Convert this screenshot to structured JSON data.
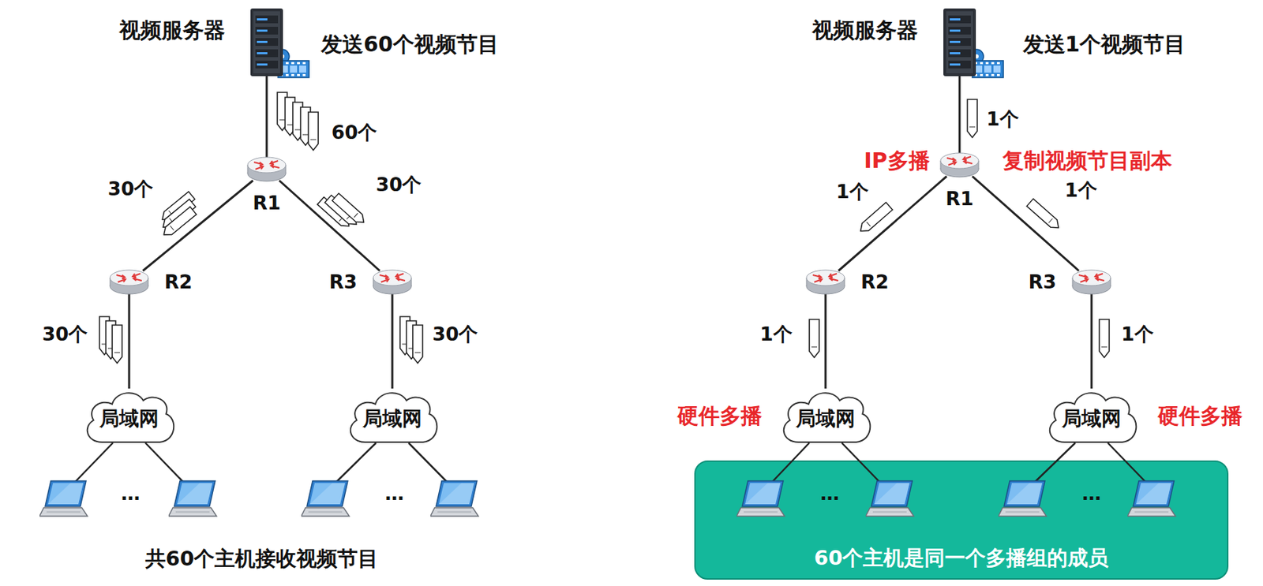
{
  "diagram": {
    "nodes": [
      {
        "text": [
          "视频服务器"
        ]
      },
      {
        "text": [
          "R1"
        ]
      },
      {
        "text": [
          "R2"
        ]
      },
      {
        "text": [
          "R3"
        ]
      },
      {
        "text": [
          "局域网"
        ]
      },
      {
        "text": [
          "局域网"
        ]
      },
      {
        "text": [
          "视频服务器"
        ]
      },
      {
        "text": [
          "R1"
        ]
      },
      {
        "text": [
          "R2"
        ]
      },
      {
        "text": [
          "R3"
        ]
      },
      {
        "text": [
          "局域网"
        ]
      },
      {
        "text": [
          "局域网"
        ]
      },
      {
        "text": [
          "60个主机是同一个多播组的成员"
        ]
      }
    ],
    "edges": [
      {
        "from": 0,
        "to": 1,
        "arrow": "none"
      },
      {
        "from": 1,
        "to": 2,
        "arrow": "none"
      },
      {
        "from": 1,
        "to": 3,
        "arrow": "none"
      },
      {
        "from": 2,
        "to": 4,
        "arrow": "none"
      },
      {
        "from": 3,
        "to": 5,
        "arrow": "none"
      },
      {
        "from": 6,
        "to": 7,
        "arrow": "none"
      },
      {
        "from": 7,
        "to": 8,
        "arrow": "none"
      },
      {
        "from": 7,
        "to": 9,
        "arrow": "none"
      },
      {
        "from": 8,
        "to": 10,
        "arrow": "none"
      },
      {
        "from": 9,
        "to": 11,
        "arrow": "none"
      }
    ],
    "labels": [
      "发送60个视频节目",
      "60个",
      "30个",
      "30个",
      "30个",
      "30个",
      "…",
      "…",
      "共60个主机接收视频节目",
      "发送1个视频节目",
      "1个",
      "IP多播",
      "复制视频节目副本",
      "1个",
      "1个",
      "1个",
      "1个",
      "硬件多播",
      "硬件多播",
      "…",
      "…"
    ]
  }
}
